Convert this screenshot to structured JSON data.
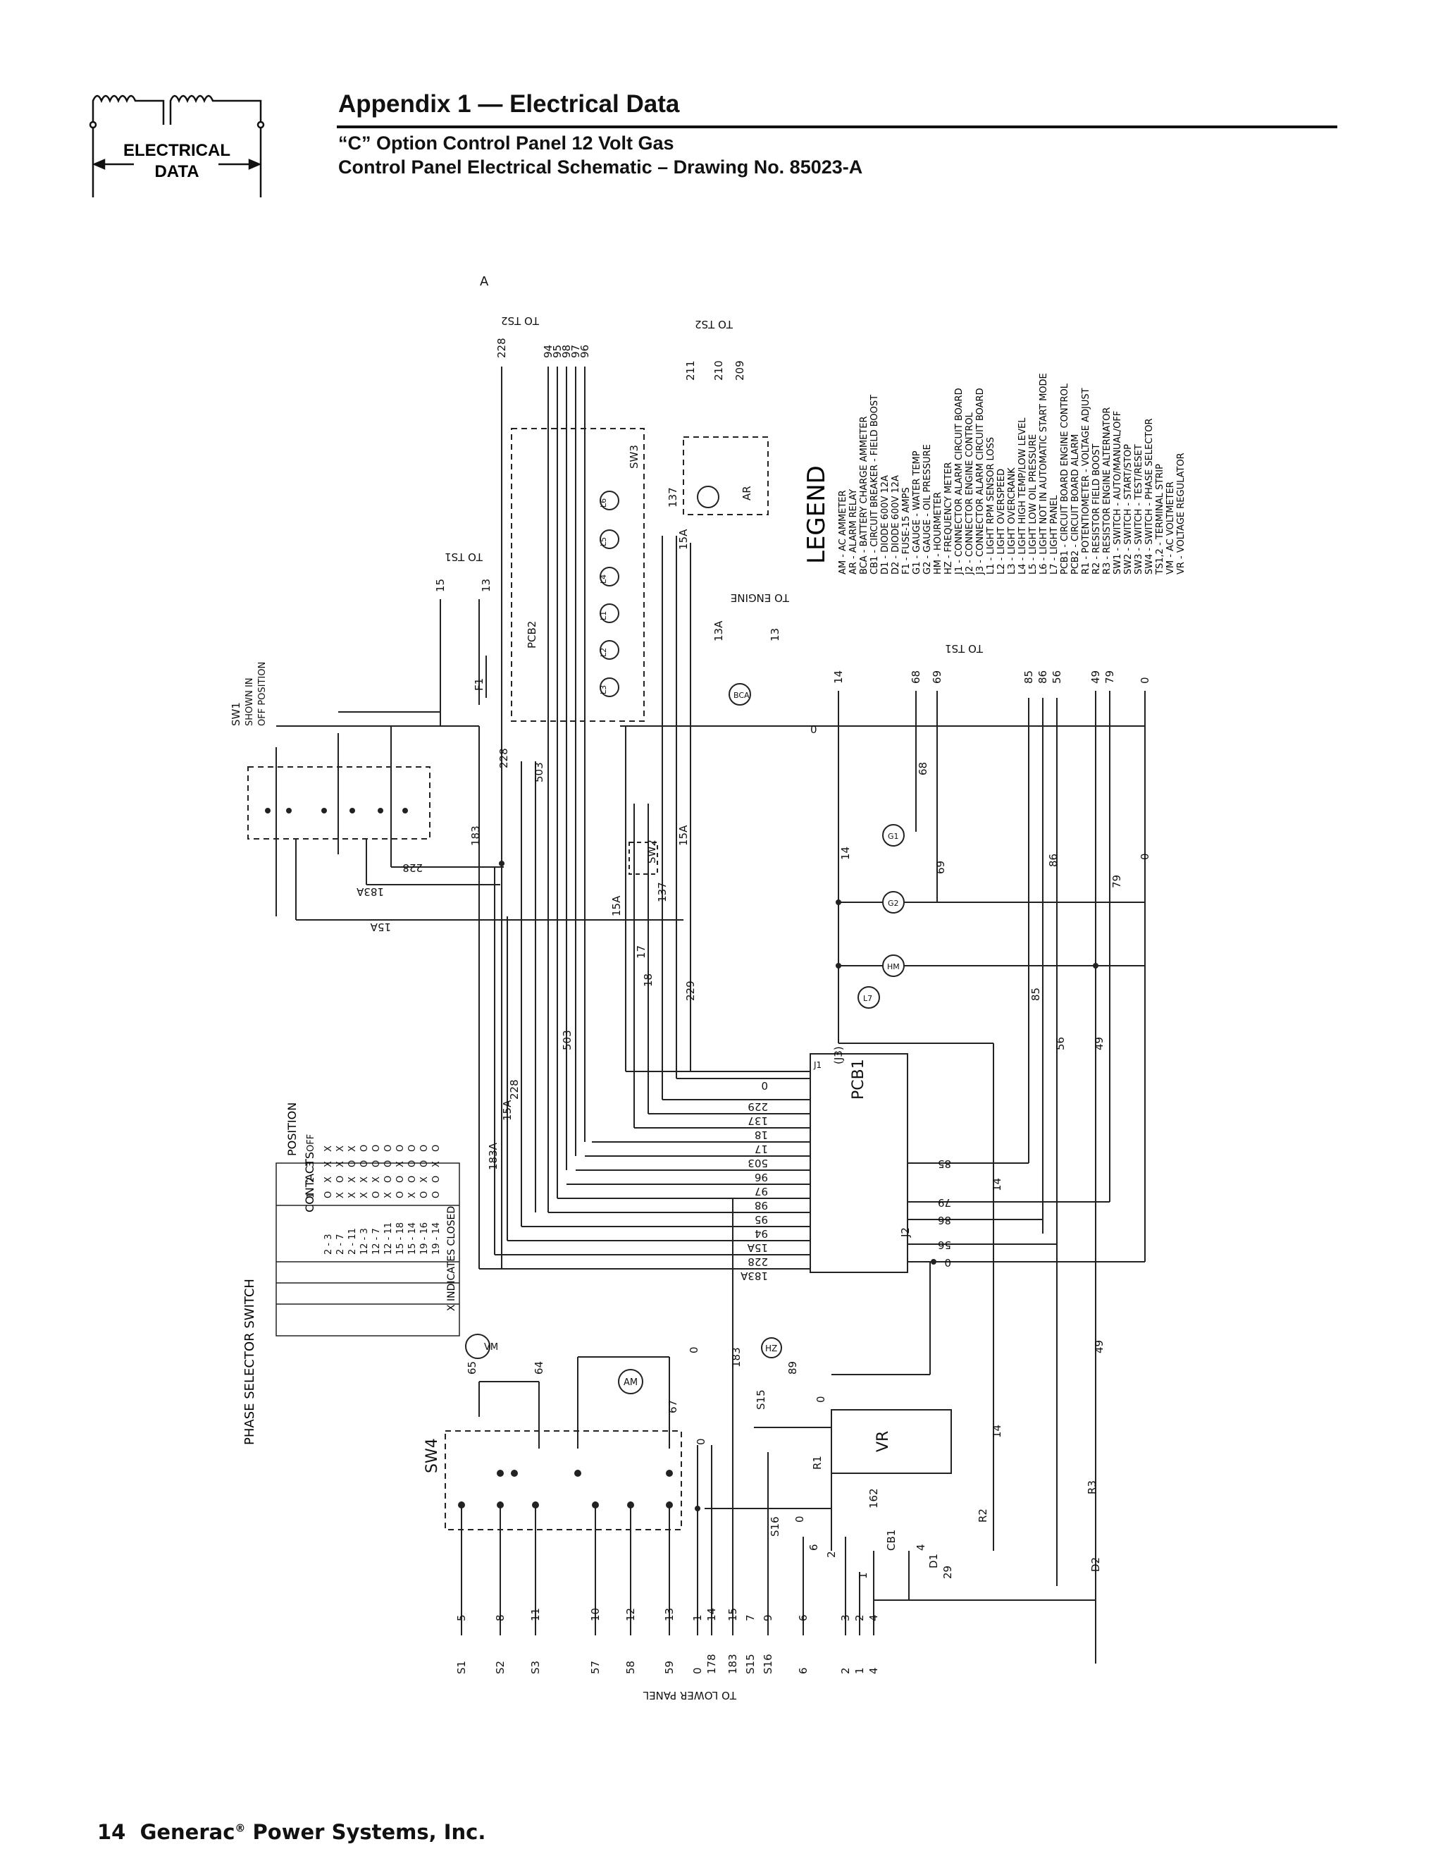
{
  "header": {
    "logo_line1": "ELECTRICAL",
    "logo_line2": "DATA",
    "title": "Appendix 1 — Electrical Data",
    "subtitle1": "“C” Option Control Panel 12 Volt Gas",
    "subtitle2": "Control Panel Electrical Schematic  – Drawing No. 85023-A"
  },
  "footer": {
    "page": "14",
    "company": "Generac",
    "company_suffix": "Power Systems, Inc."
  },
  "schematic": {
    "to_ts2": "TO TS2",
    "to_ts1": "TO TS1",
    "to_engine": "TO ENGINE",
    "to_lower_panel": "TO LOWER PANEL",
    "marker_a": "A",
    "ts2_top_wires": [
      "228",
      "94",
      "95",
      "98",
      "97",
      "96"
    ],
    "ts2_right_wires": [
      "211",
      "210",
      "209"
    ],
    "ts1_top_wires": [
      "15",
      "13"
    ],
    "ts1_right_wires": [
      "14",
      "68",
      "69",
      "85",
      "86",
      "56",
      "49",
      "79",
      "0"
    ],
    "engine_wires": [
      "13A",
      "13"
    ],
    "components": {
      "sw1": "SW1",
      "sw1_note1": "SHOWN IN",
      "sw1_note2": "OFF POSITION",
      "pcb1": "PCB1",
      "pcb2": "PCB2",
      "vr": "VR",
      "ar": "AR",
      "sw2": "SW2",
      "sw3": "SW3",
      "sw4": "SW4",
      "f1": "F1",
      "bca": "BCA",
      "g1": "G1",
      "g2": "G2",
      "hm": "HM",
      "l7": "L7",
      "vm": "VM",
      "am": "AM",
      "hz": "HZ",
      "r1": "R1",
      "r2": "R2",
      "r3": "R3",
      "cb1": "CB1",
      "d1": "D1",
      "d2": "D2",
      "j1": "J1",
      "j2": "J2",
      "j3": "(J3)"
    },
    "lamps": [
      "L6",
      "L5",
      "L4",
      "L1",
      "L2",
      "L3"
    ],
    "pcb1_j1_wires": [
      "0",
      "229",
      "137",
      "18",
      "17",
      "503",
      "96",
      "97",
      "98",
      "95",
      "94",
      "15A",
      "228",
      "183A"
    ],
    "pcb1_right_wires": [
      "85",
      "79",
      "86",
      "56",
      "0"
    ],
    "lower_panel_wires": [
      "S1",
      "S2",
      "S3",
      "57",
      "58",
      "59",
      "0",
      "178",
      "183",
      "S15",
      "S16",
      "6",
      "2",
      "1",
      "4"
    ],
    "lower_panel_codes": [
      "5",
      "8",
      "11",
      "10",
      "12",
      "13",
      "1",
      "14",
      "15",
      "7",
      "9",
      "6",
      "3",
      "2",
      "4"
    ],
    "legend": {
      "title": "LEGEND",
      "items": [
        "AM  -  AC AMMETER",
        "AR  -  ALARM RELAY",
        "BCA -  BATTERY CHARGE AMMETER",
        "CB1 -  CIRCUIT BREAKER - FIELD BOOST",
        "D1  -  DIODE 600V 12A",
        "D2  -  DIODE 600V 12A",
        "F1  -  FUSE-15 AMPS",
        "G1  -  GAUGE - WATER TEMP",
        "G2  -  GAUGE - OIL PRESSURE",
        "HM  -  HOURMETER",
        "HZ  -  FREQUENCY METER",
        "J1  -  CONNECTOR ALARM CIRCUIT BOARD",
        "J2  -  CONNECTOR ENGINE CONTROL",
        "J3  -  CONNECTOR ALARM CIRCUIT BOARD",
        "L1  -  LIGHT RPM SENSOR LOSS",
        "L2  -  LIGHT OVERSPEED",
        "L3  -  LIGHT OVERCRANK",
        "L4  -  LIGHT HIGH TEMP/LOW LEVEL",
        "L5  -  LIGHT LOW OIL PRESSURE",
        "L6  -  LIGHT NOT IN AUTOMATIC START MODE",
        "L7  -  LIGHT PANEL",
        "PCB1 - CIRCUIT BOARD ENGINE CONTROL",
        "PCB2 - CIRCUIT BOARD ALARM",
        "R1  -  POTENTIOMETER - VOLTAGE ADJUST",
        "R2  -  RESISTOR FIELD BOOST",
        "R3  -  RESISTOR ENGINE ALTERNATOR",
        "SW1 -  SWITCH - AUTO/MANUAL/OFF",
        "SW2 -  SWITCH - START/STOP",
        "SW3 -  SWITCH - TEST/RESET",
        "SW4 -  SWITCH - PHASE SELECTOR",
        "TS1,2 - TERMINAL STRIP",
        "VM  -  AC VOLTMETER",
        "VR  -  VOLTAGE REGULATOR"
      ]
    },
    "phase_selector": {
      "title": "PHASE SELECTOR SWITCH",
      "contacts_header": "CONTACTS",
      "position_header": "POSITION",
      "positions": [
        "1",
        "2",
        "3",
        "OFF"
      ],
      "rows": [
        [
          "2 - 3",
          "O",
          "X",
          "X",
          "X"
        ],
        [
          "2 - 7",
          "X",
          "O",
          "X",
          "X"
        ],
        [
          "2 - 11",
          "X",
          "X",
          "O",
          "X"
        ],
        [
          "12 - 3",
          "X",
          "X",
          "O",
          "O"
        ],
        [
          "12 - 7",
          "O",
          "X",
          "O",
          "O"
        ],
        [
          "12 - 11",
          "X",
          "O",
          "O",
          "O"
        ],
        [
          "15 - 18",
          "O",
          "O",
          "X",
          "O"
        ],
        [
          "15 - 14",
          "X",
          "O",
          "O",
          "O"
        ],
        [
          "19 - 16",
          "O",
          "X",
          "O",
          "O"
        ],
        [
          "19 - 14",
          "O",
          "O",
          "X",
          "O"
        ]
      ],
      "note": "X INDICATES CLOSED"
    },
    "wire_labels": {
      "w15a": "15A",
      "w183a": "183A",
      "w183": "183",
      "w228": "228",
      "w14": "14",
      "w0": "0",
      "w137": "137",
      "w229": "229",
      "w17": "17",
      "w18": "18",
      "w503": "503",
      "w49": "49",
      "w85": "85",
      "w86": "86",
      "w56": "56",
      "w79": "79",
      "w68": "68",
      "w69": "69",
      "w65": "65",
      "w64": "64",
      "w67": "67",
      "w89": "89",
      "w162": "162",
      "w29": "29",
      "ws15": "S15",
      "ws16": "S16",
      "w6": "6",
      "w2": "2",
      "w4": "4",
      "w1": "1"
    }
  }
}
